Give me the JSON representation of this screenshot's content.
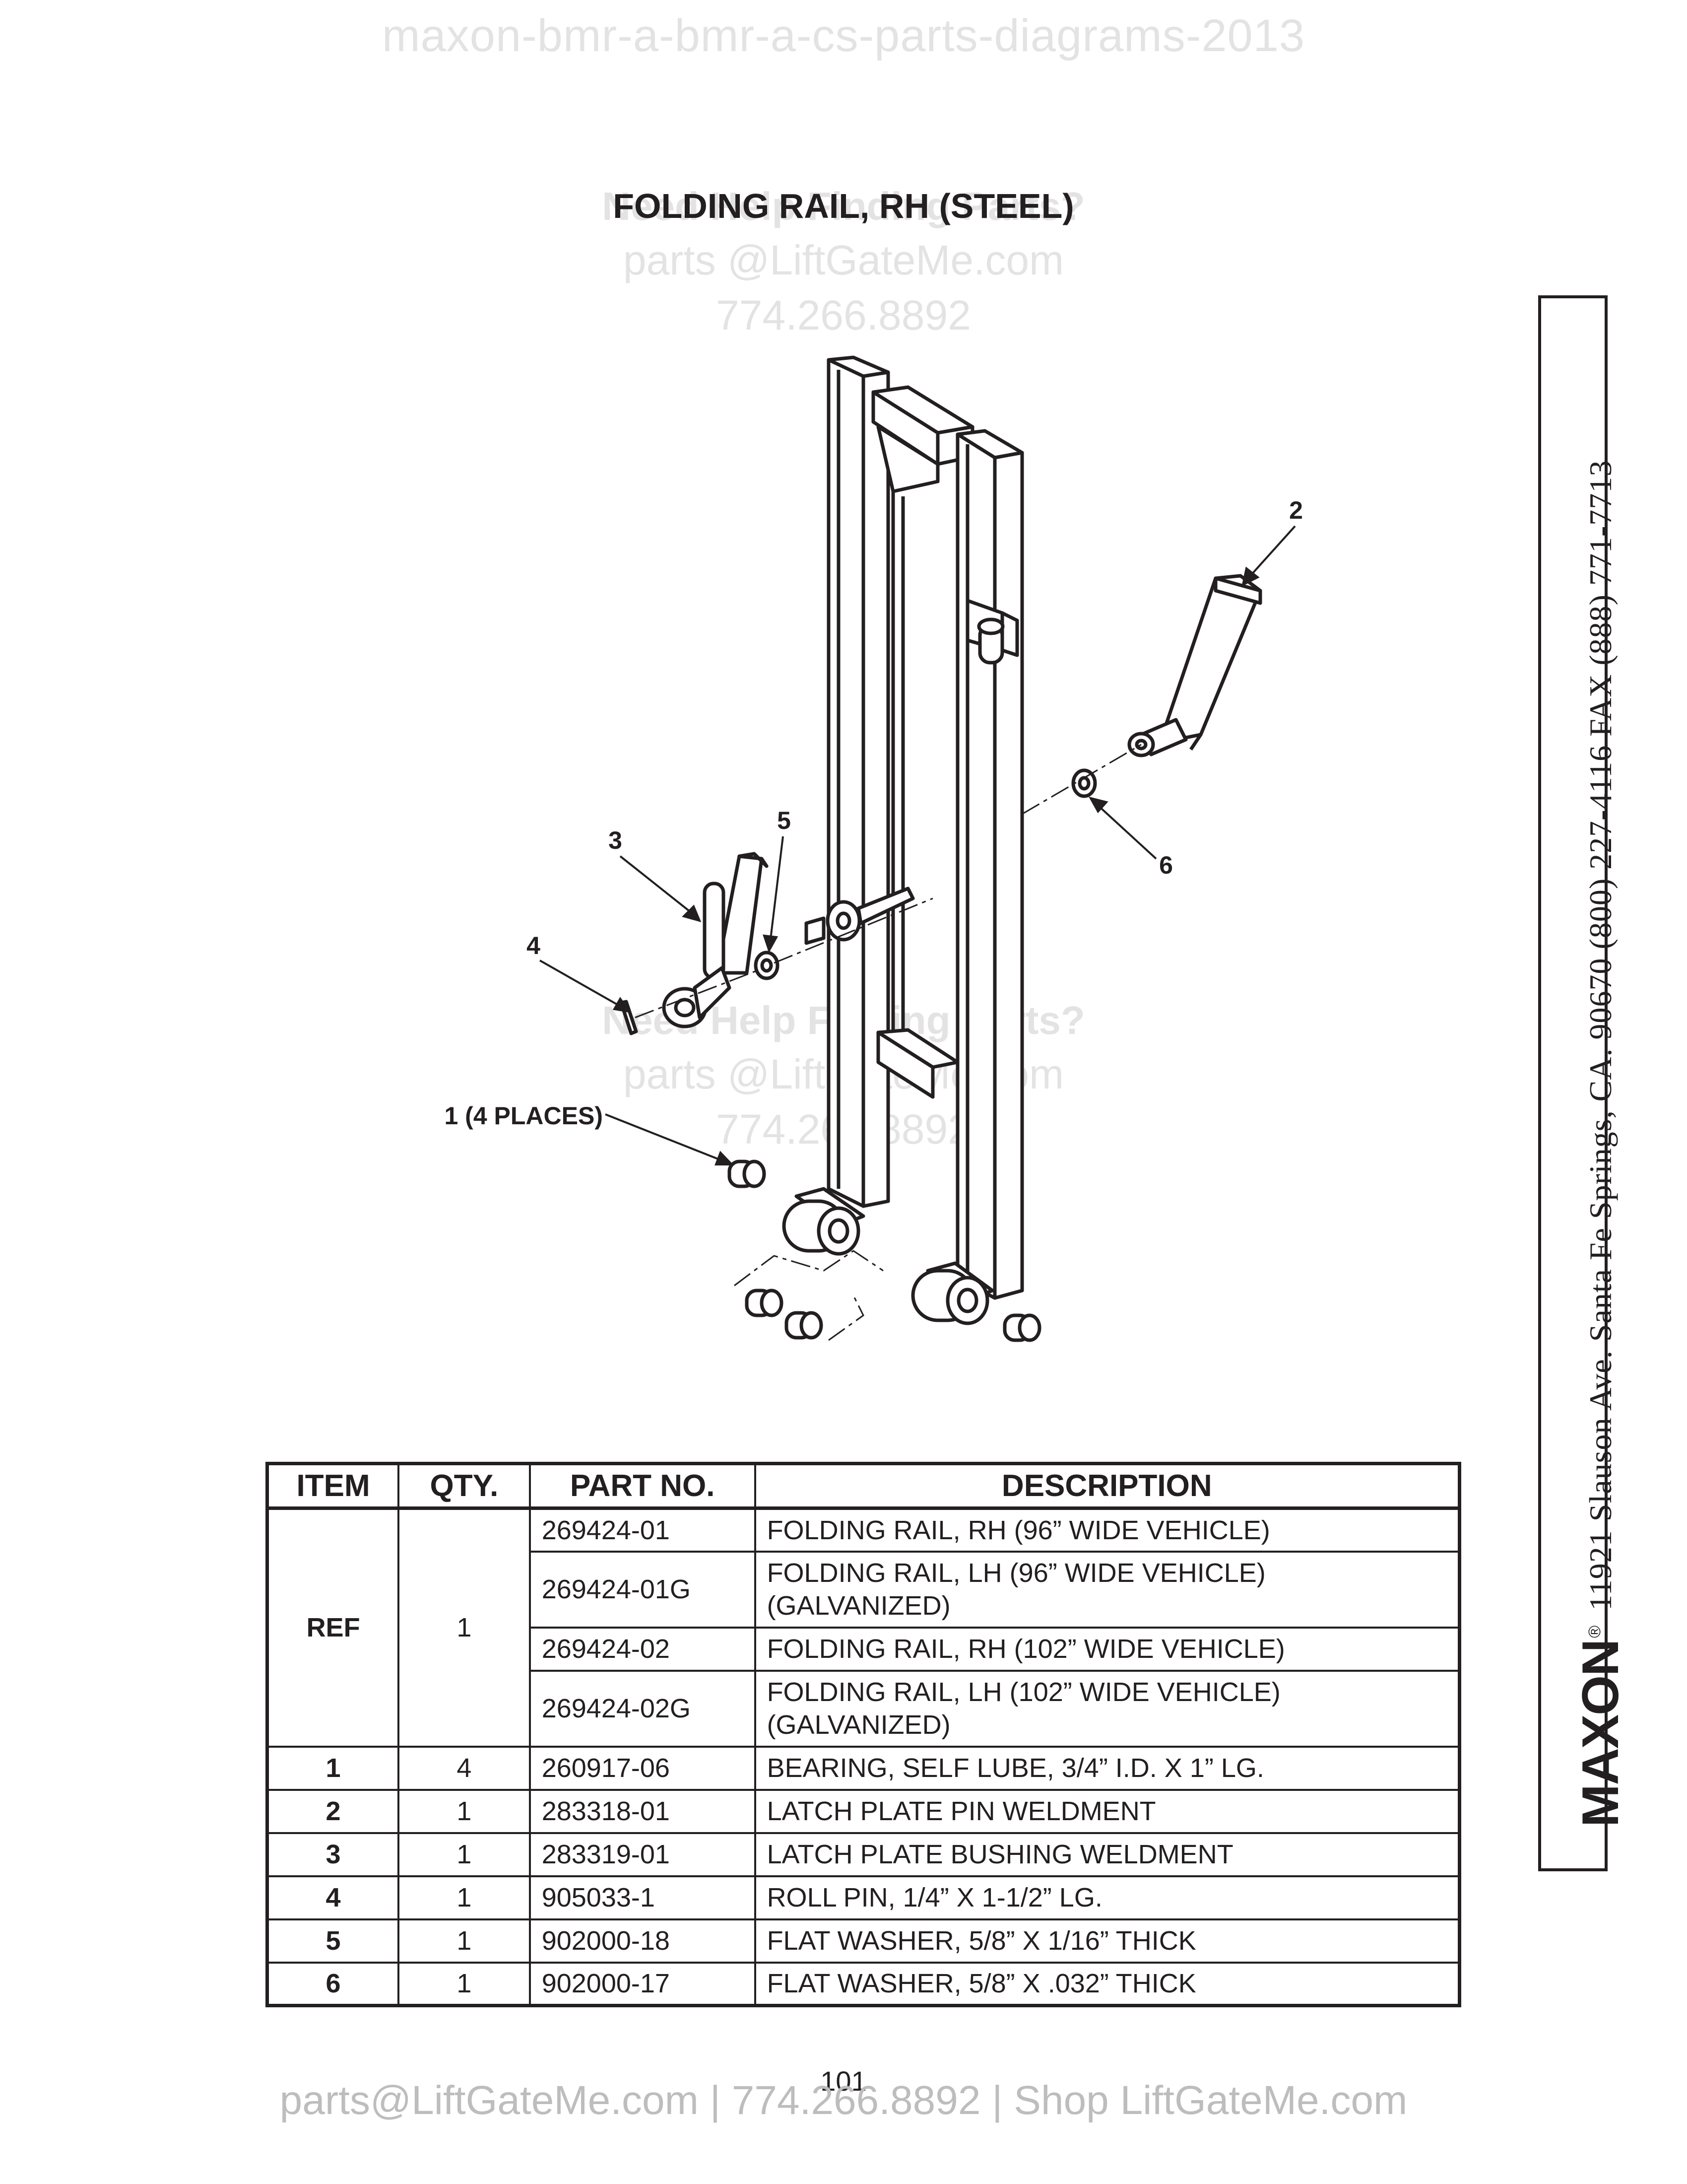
{
  "watermarks": {
    "top": "maxon-bmr-a-bmr-a-cs-parts-diagrams-2013",
    "help_line": "Need Help Finding Parts?",
    "email_line": "parts @LiftGateMe.com",
    "phone_line": "774.266.8892"
  },
  "title": "FOLDING RAIL, RH (STEEL)",
  "sidebar": {
    "logo": "MAXON",
    "registered": "®",
    "address": "11921 Slauson Ave.  Santa Fe Springs, CA.  90670  (800) 227-4116  FAX (888) 771-7713"
  },
  "callouts": {
    "c1": "1 (4 PLACES)",
    "c2": "2",
    "c3": "3",
    "c4": "4",
    "c5": "5",
    "c6": "6"
  },
  "table": {
    "headers": [
      "ITEM",
      "QTY.",
      "PART NO.",
      "DESCRIPTION"
    ],
    "ref": {
      "item": "REF",
      "qty": "1",
      "rows": [
        {
          "part": "269424-01",
          "desc": [
            "FOLDING RAIL, RH (96” WIDE VEHICLE)"
          ]
        },
        {
          "part": "269424-01G",
          "desc": [
            "FOLDING RAIL, LH (96” WIDE VEHICLE)",
            "(GALVANIZED)"
          ]
        },
        {
          "part": "269424-02",
          "desc": [
            "FOLDING RAIL, RH (102” WIDE VEHICLE)"
          ]
        },
        {
          "part": "269424-02G",
          "desc": [
            "FOLDING RAIL, LH (102” WIDE VEHICLE)",
            "(GALVANIZED)"
          ]
        }
      ]
    },
    "items": [
      {
        "item": "1",
        "qty": "4",
        "part": "260917-06",
        "desc": "BEARING, SELF LUBE, 3/4” I.D. X 1” LG."
      },
      {
        "item": "2",
        "qty": "1",
        "part": "283318-01",
        "desc": "LATCH PLATE PIN WELDMENT"
      },
      {
        "item": "3",
        "qty": "1",
        "part": "283319-01",
        "desc": "LATCH PLATE BUSHING WELDMENT"
      },
      {
        "item": "4",
        "qty": "1",
        "part": "905033-1",
        "desc": "ROLL PIN, 1/4” X 1-1/2” LG."
      },
      {
        "item": "5",
        "qty": "1",
        "part": "902000-18",
        "desc": "FLAT WASHER, 5/8” X 1/16” THICK"
      },
      {
        "item": "6",
        "qty": "1",
        "part": "902000-17",
        "desc": "FLAT WASHER, 5/8” X .032” THICK"
      }
    ]
  },
  "page_number": "101",
  "footer": "parts@LiftGateMe.com | 774.266.8892 | Shop LiftGateMe.com"
}
